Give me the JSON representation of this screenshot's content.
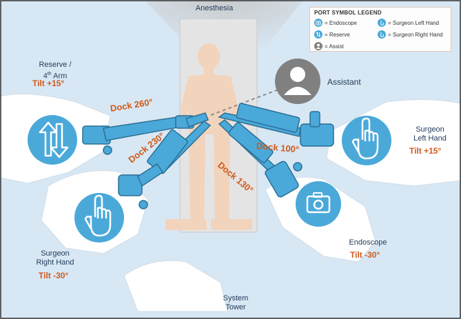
{
  "labels": {
    "anesthesia": "Anesthesia",
    "assistant": "Assistant",
    "reserve_line1": "Reserve /",
    "reserve_line2_num": "4",
    "reserve_line2_sup": "th",
    "reserve_line2_rest": " Arm",
    "reserve_tilt": "Tilt +15°",
    "surgeon_left_line1": "Surgeon",
    "surgeon_left_line2": "Left Hand",
    "surgeon_left_tilt": "Tilt +15°",
    "surgeon_right_line1": "Surgeon",
    "surgeon_right_line2": "Right Hand",
    "surgeon_right_tilt": "Tilt -30°",
    "endoscope": "Endoscope",
    "endoscope_tilt": "Tilt -30°",
    "system_line1": "System",
    "system_line2": "Tower"
  },
  "docks": {
    "d260": "Dock 260°",
    "d230": "Dock 230°",
    "d100": "Dock 100°",
    "d130": "Dock 130°"
  },
  "legend": {
    "title": "PORT SYMBOL LEGEND",
    "endoscope": "= Endoscope",
    "reserve": "= Reserve",
    "assist": "= Assist",
    "left_hand": "= Surgeon Left Hand",
    "right_hand": "= Surgeon Right Hand"
  },
  "colors": {
    "background": "#d8e7f4",
    "arm_blue": "#4aa9d9",
    "dock_orange": "#cf5a1a",
    "label_navy": "#1f3b59",
    "patient_skin": "#f2d3bc",
    "assist_grey": "#808080"
  },
  "icons": {
    "reserve": "up-down-arrows-icon",
    "surgeon_left_hand": "pointing-hand-icon",
    "surgeon_right_hand": "pointing-hand-icon",
    "endoscope": "camera-icon",
    "assistant": "person-icon"
  }
}
